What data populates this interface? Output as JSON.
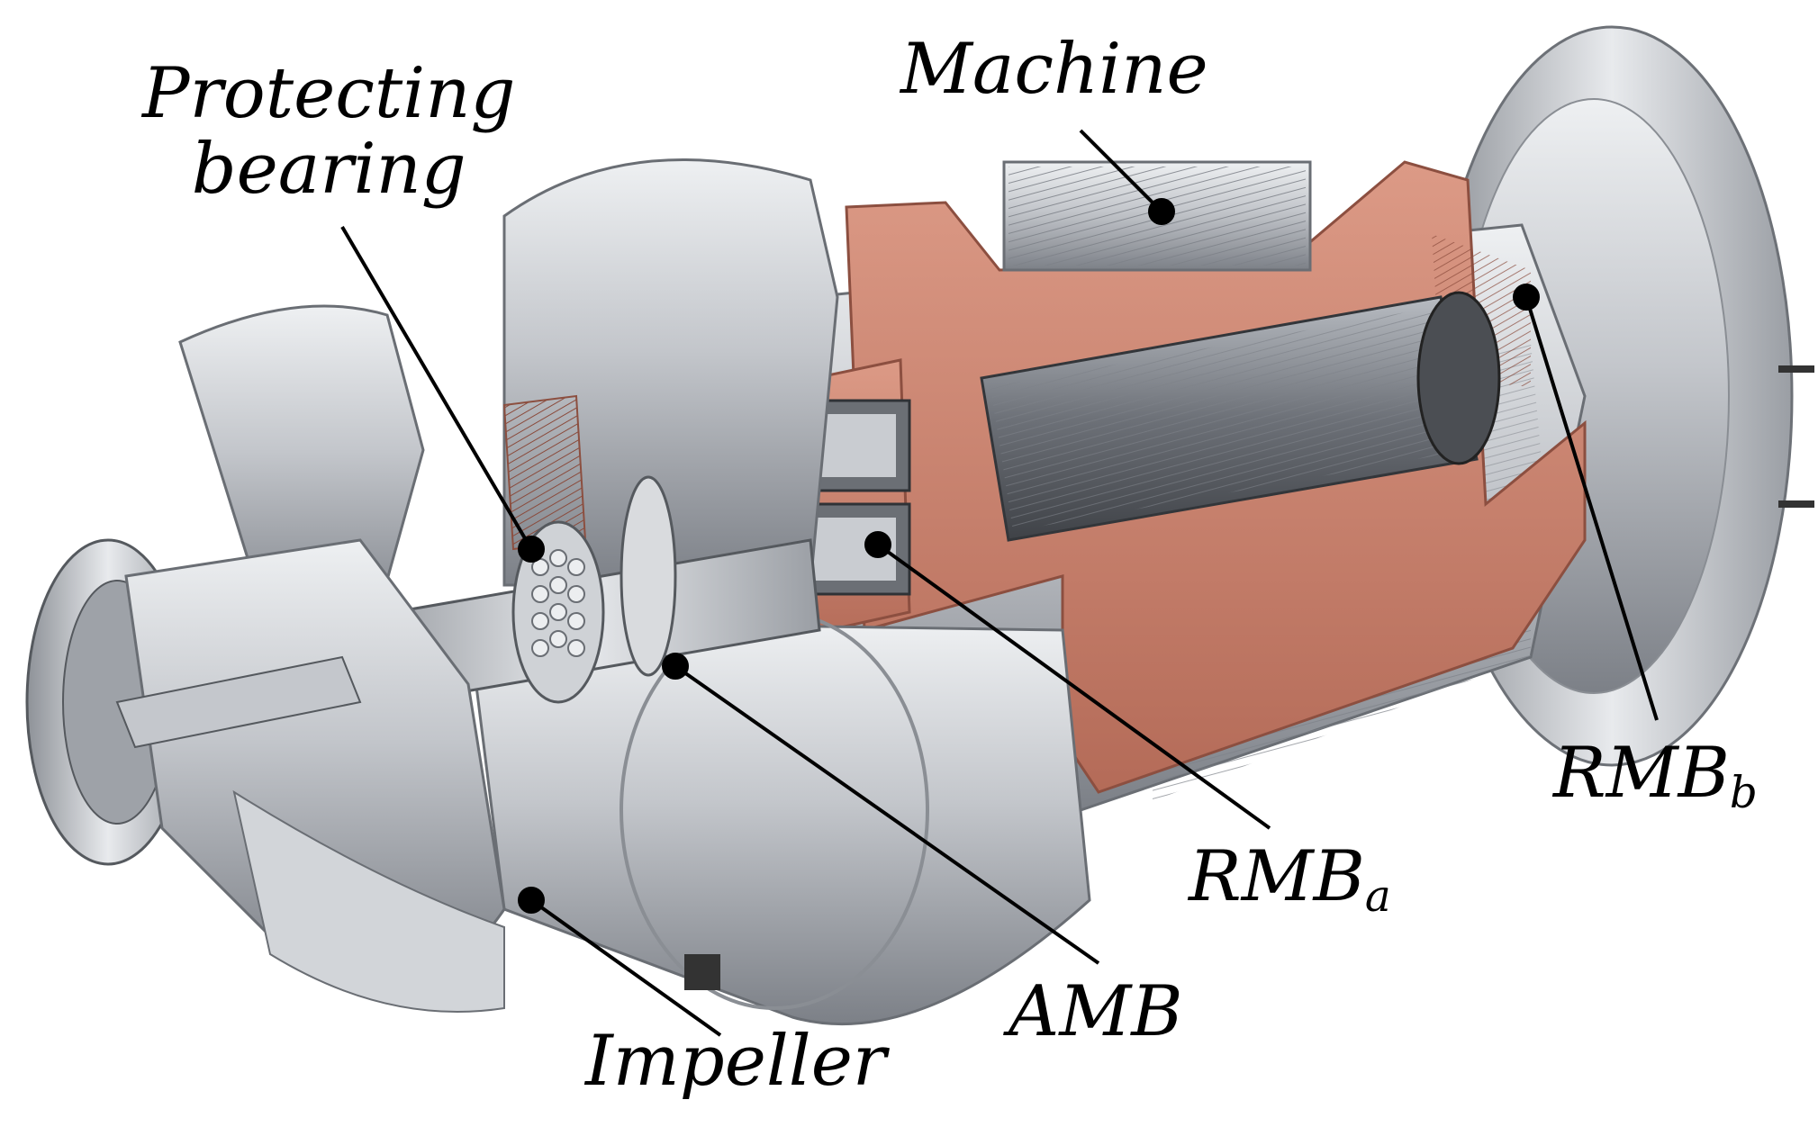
{
  "labels": {
    "protecting_bearing_line1": "Protecting",
    "protecting_bearing_line2": "bearing",
    "machine": "Machine",
    "rmb_b_main": "RMB",
    "rmb_b_sub": "b",
    "rmb_a_main": "RMB",
    "rmb_a_sub": "a",
    "amb": "AMB",
    "impeller": "Impeller"
  },
  "colors": {
    "copper": "#c9826f",
    "copper_dark": "#a8604e",
    "steel_light": "#d6d8dc",
    "steel_mid": "#a9adb3",
    "steel_dark": "#5f6368",
    "leader": "#000000"
  }
}
